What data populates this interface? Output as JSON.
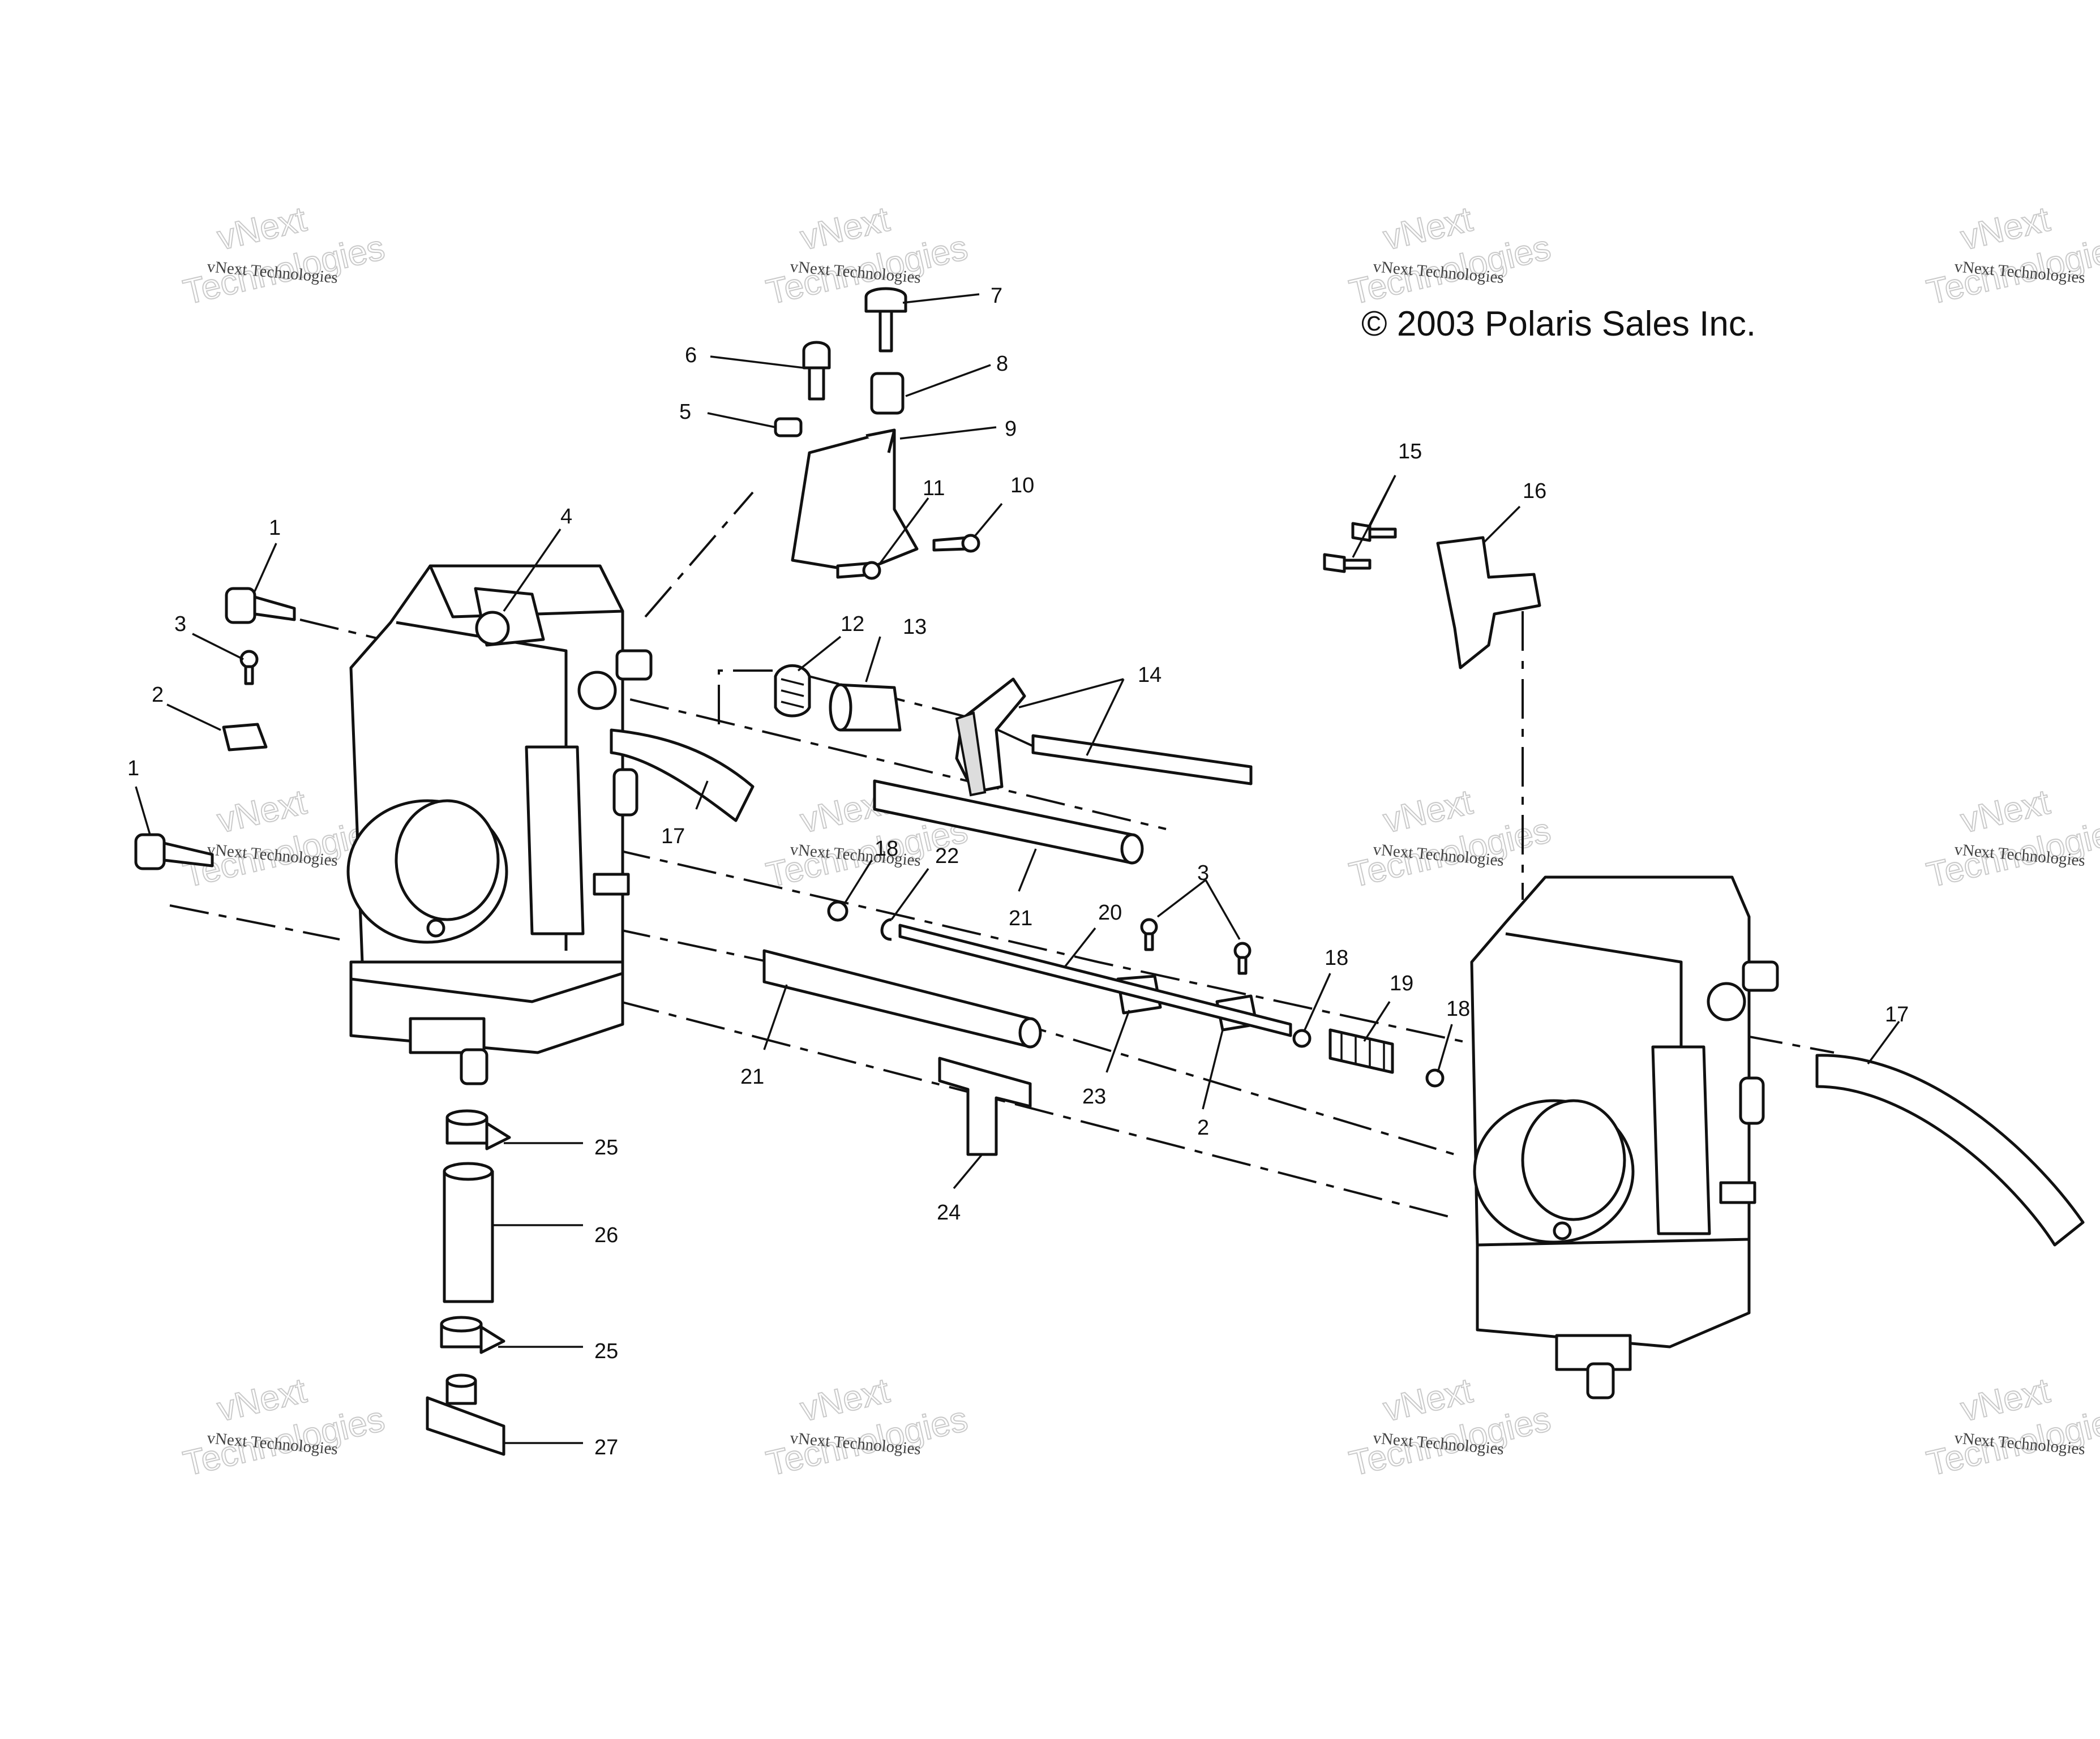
{
  "copyright": "© 2003 Polaris Sales Inc.",
  "watermark": {
    "line1": "vNext Technologies",
    "line2": "vNext",
    "line3": "Technologies"
  },
  "callouts": [
    {
      "id": "c1a",
      "text": "1"
    },
    {
      "id": "c1b",
      "text": "1"
    },
    {
      "id": "c2a",
      "text": "2"
    },
    {
      "id": "c2b",
      "text": "2"
    },
    {
      "id": "c3a",
      "text": "3"
    },
    {
      "id": "c3b",
      "text": "3"
    },
    {
      "id": "c4",
      "text": "4"
    },
    {
      "id": "c5",
      "text": "5"
    },
    {
      "id": "c6",
      "text": "6"
    },
    {
      "id": "c7",
      "text": "7"
    },
    {
      "id": "c8",
      "text": "8"
    },
    {
      "id": "c9",
      "text": "9"
    },
    {
      "id": "c10",
      "text": "10"
    },
    {
      "id": "c11",
      "text": "11"
    },
    {
      "id": "c12",
      "text": "12"
    },
    {
      "id": "c13",
      "text": "13"
    },
    {
      "id": "c14",
      "text": "14"
    },
    {
      "id": "c15",
      "text": "15"
    },
    {
      "id": "c16",
      "text": "16"
    },
    {
      "id": "c17a",
      "text": "17"
    },
    {
      "id": "c17b",
      "text": "17"
    },
    {
      "id": "c18a",
      "text": "18"
    },
    {
      "id": "c18b",
      "text": "18"
    },
    {
      "id": "c18c",
      "text": "18"
    },
    {
      "id": "c19",
      "text": "19"
    },
    {
      "id": "c20",
      "text": "20"
    },
    {
      "id": "c21a",
      "text": "21"
    },
    {
      "id": "c21b",
      "text": "21"
    },
    {
      "id": "c22",
      "text": "22"
    },
    {
      "id": "c23",
      "text": "23"
    },
    {
      "id": "c24",
      "text": "24"
    },
    {
      "id": "c25a",
      "text": "25"
    },
    {
      "id": "c25b",
      "text": "25"
    },
    {
      "id": "c26",
      "text": "26"
    },
    {
      "id": "c27",
      "text": "27"
    }
  ]
}
